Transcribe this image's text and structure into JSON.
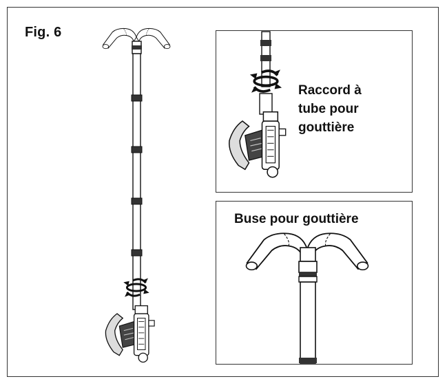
{
  "figure": {
    "label": "Fig. 6"
  },
  "panels": {
    "coupler": {
      "caption_lines": [
        "Raccord à",
        "tube pour",
        "gouttière"
      ]
    },
    "nozzle": {
      "caption": "Buse pour gouttière"
    }
  },
  "icons": {
    "rotate": "rotate-arrows-icon"
  },
  "colors": {
    "ink": "#111111",
    "frame": "#333333",
    "background": "#ffffff"
  }
}
